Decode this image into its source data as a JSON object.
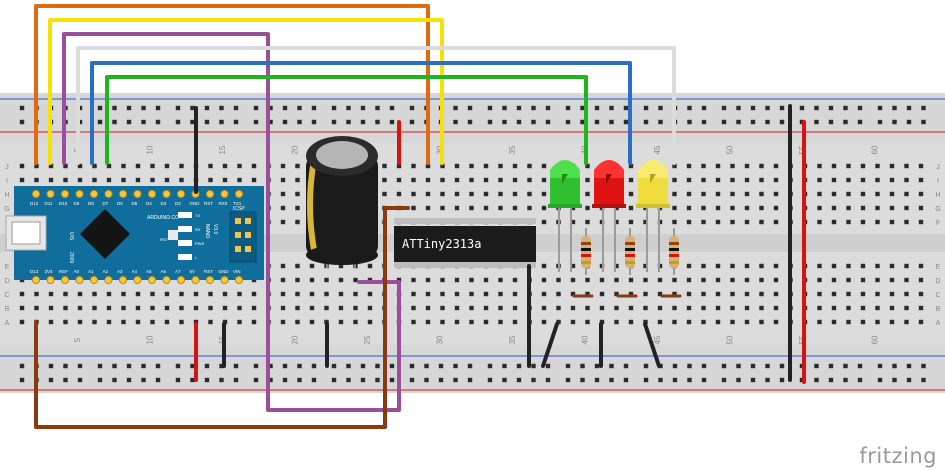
{
  "brand": "fritzing",
  "breadboard": {
    "column_numbers": [
      "5",
      "10",
      "15",
      "20",
      "25",
      "30",
      "35",
      "40",
      "45",
      "50",
      "55",
      "60"
    ],
    "row_letters_top": [
      "J",
      "I",
      "H",
      "G",
      "F"
    ],
    "row_letters_bottom": [
      "E",
      "D",
      "C",
      "B",
      "A"
    ]
  },
  "arduino": {
    "top_pins": [
      "D12",
      "D11",
      "D10",
      "D9",
      "D8",
      "D7",
      "D6",
      "D5",
      "D4",
      "D3",
      "D2",
      "GND",
      "RST",
      "RX0",
      "TX1"
    ],
    "bottom_pins": [
      "D13",
      "3V3",
      "REF",
      "A0",
      "A1",
      "A2",
      "A3",
      "A4",
      "A5",
      "A6",
      "A7",
      "5V",
      "RST",
      "GND",
      "VIN"
    ],
    "brand_text": "ARDUINO.CC",
    "side_text_1": "UIS",
    "side_text_2": "2009",
    "model_line_1": "NANO",
    "model_line_2": "V3.0",
    "icsp": "ICSP",
    "rst": "RST",
    "tx": "TX",
    "rx": "RX",
    "pwr": "PWR",
    "l": "L"
  },
  "chip": {
    "label": "ATTiny2313a"
  },
  "colors": {
    "orange": "#e06a10",
    "yellow": "#f4e200",
    "purple": "#9b4f9b",
    "white": "#dcdcdc",
    "blue": "#2a6fc4",
    "green": "#1fb51f",
    "brown": "#8a3a10",
    "black": "#222222",
    "red": "#d41313",
    "led_green": "#3ad43a",
    "led_red": "#e81a1a",
    "led_yellow": "#f1e24a",
    "nano_blue": "#0f6e9c"
  }
}
